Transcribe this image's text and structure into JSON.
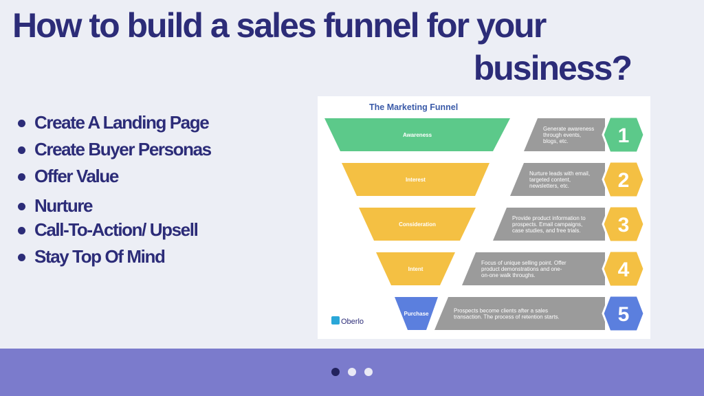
{
  "slide": {
    "title_line1": "How to build a sales funnel for your",
    "title_line2": "business?",
    "bullets": [
      "Create A Landing Page",
      "Create Buyer Personas",
      "Offer Value",
      "Nurture",
      "Call-To-Action/ Upsell",
      "Stay Top Of Mind"
    ]
  },
  "funnel": {
    "title": "The Marketing Funnel",
    "brand": "Oberlo",
    "stages": [
      {
        "label": "Awareness",
        "number": "1",
        "color": "#5cc98a",
        "badge_color": "#5cc98a",
        "description": [
          "Generate awareness",
          "through events,",
          "blogs, etc."
        ]
      },
      {
        "label": "Interest",
        "number": "2",
        "color": "#f4c043",
        "badge_color": "#f4c043",
        "description": [
          "Nurture leads with email,",
          "targeted content,",
          "newsletters, etc."
        ]
      },
      {
        "label": "Consideration",
        "number": "3",
        "color": "#f4c043",
        "badge_color": "#f4c043",
        "description": [
          "Provide product information to",
          "prospects. Email campaigns,",
          "case studies, and free trials."
        ]
      },
      {
        "label": "Intent",
        "number": "4",
        "color": "#f4c043",
        "badge_color": "#f4c043",
        "description": [
          "Focus of unique selling point. Offer",
          "product demonstrations and one-",
          "on-one walk throughs."
        ]
      },
      {
        "label": "Purchase",
        "number": "5",
        "color": "#5b7fde",
        "badge_color": "#5b7fde",
        "description": [
          "Prospects become clients after a sales",
          "transaction. The process of retention starts."
        ]
      }
    ],
    "description_color": "#9b9b9b"
  },
  "pager": {
    "count": 3,
    "active": 0
  }
}
